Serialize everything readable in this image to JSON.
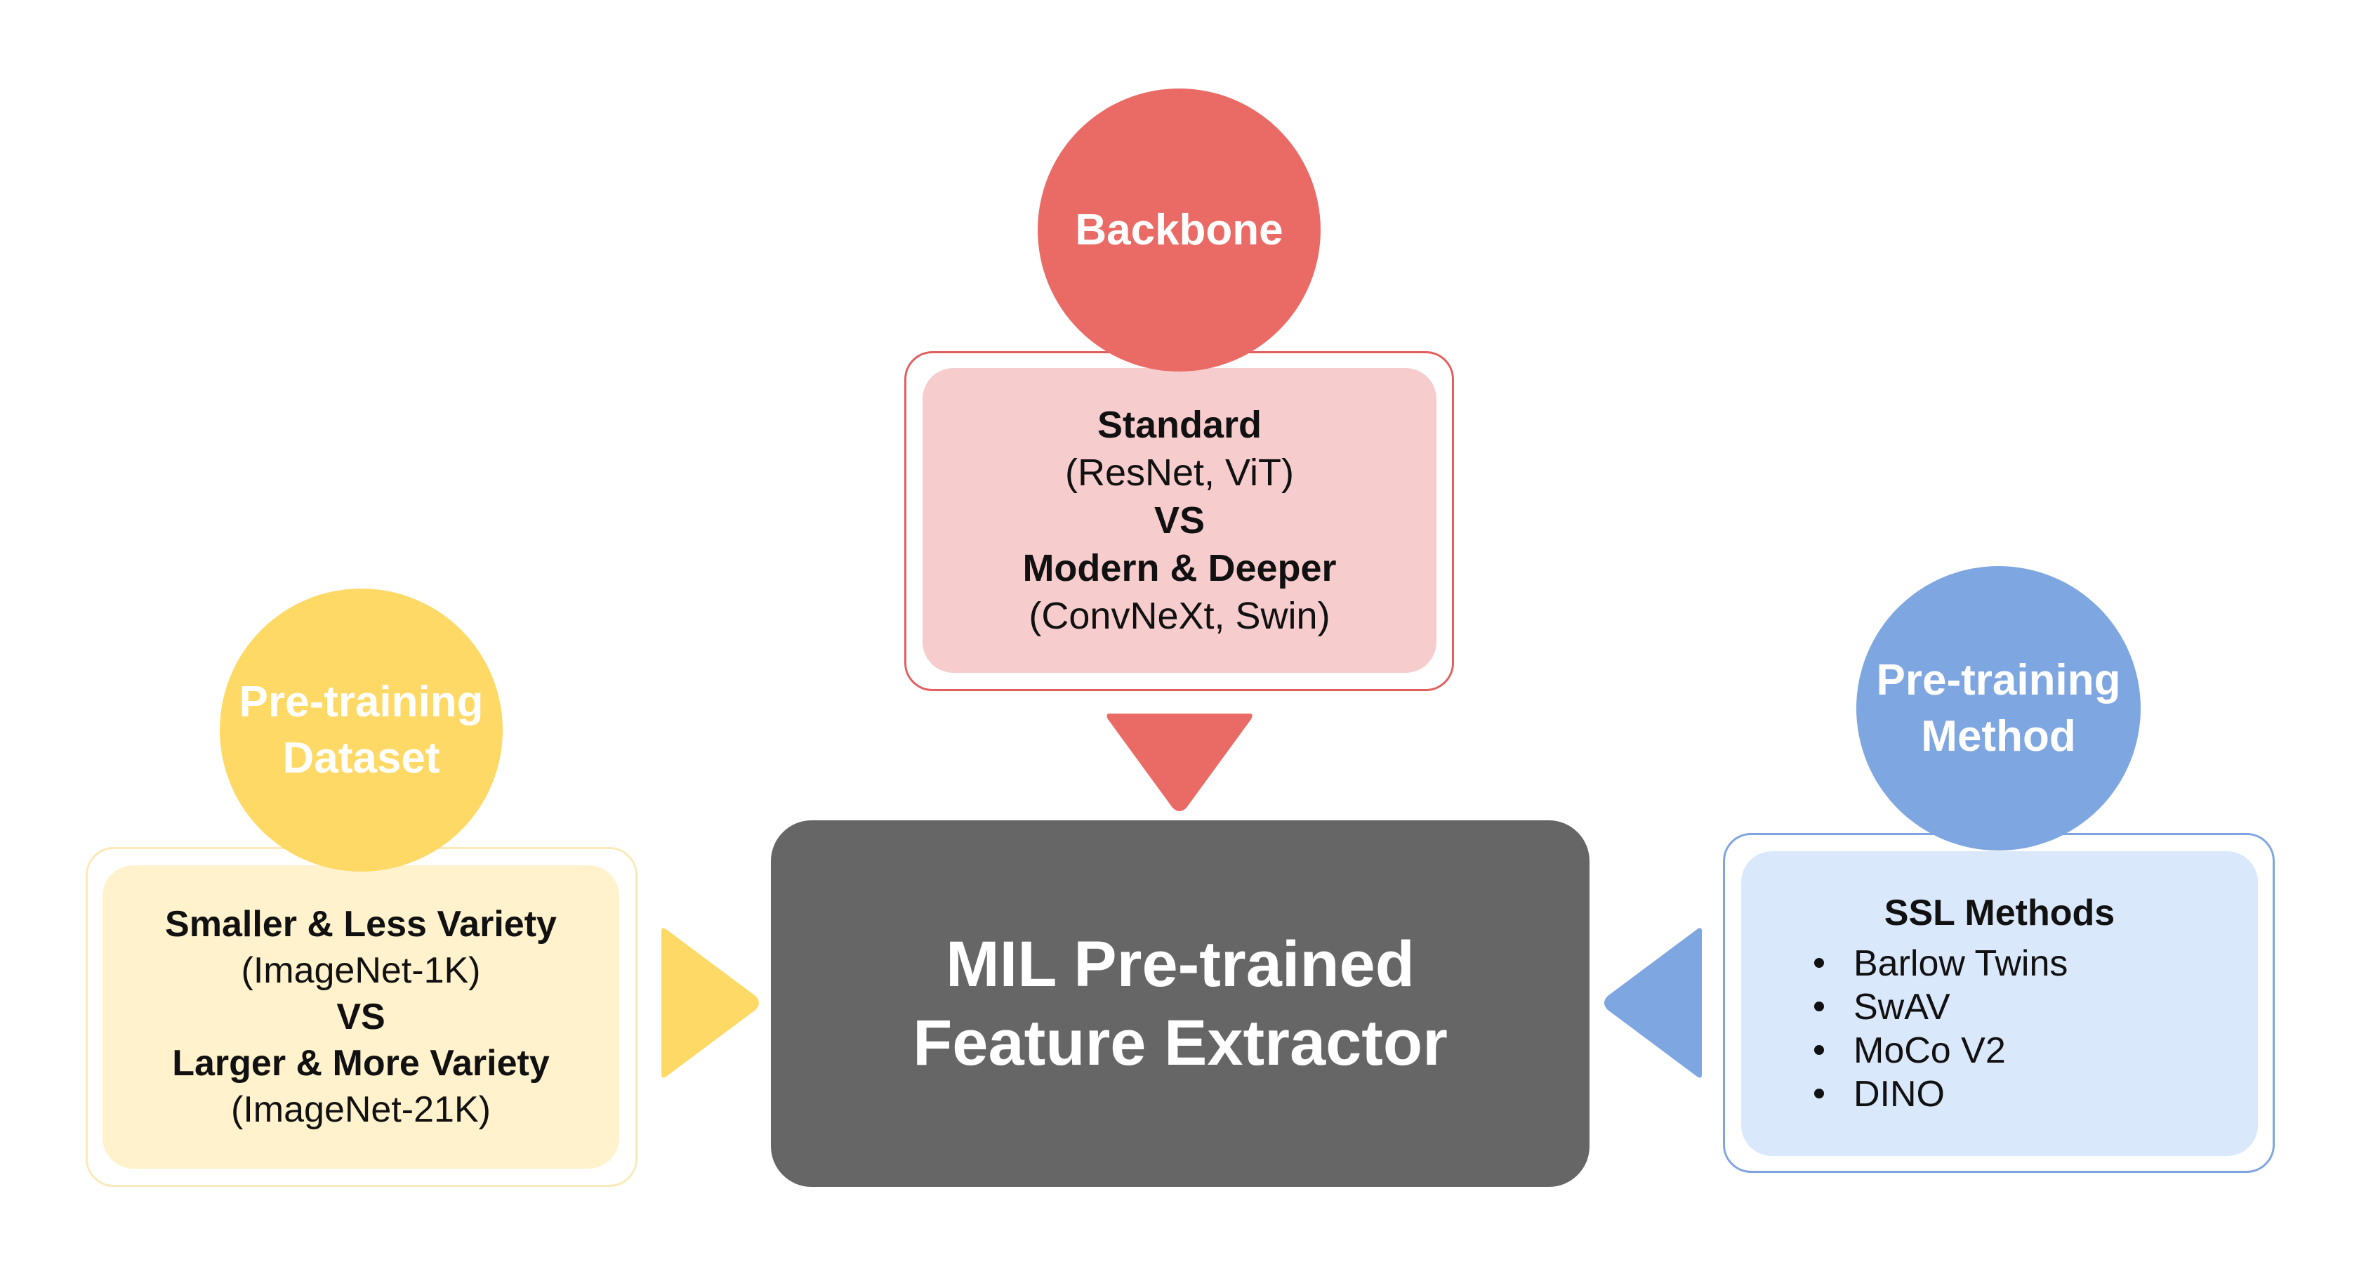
{
  "colors": {
    "backbone": "#ea6b66",
    "backbone_light": "#f7cccc",
    "dataset": "#ffd966",
    "dataset_light": "#fff2cc",
    "method": "#7ea6e0",
    "method_light": "#dae8fc",
    "center": "#666666"
  },
  "backbone": {
    "circle_label": "Backbone",
    "option_a_title": "Standard",
    "option_a_examples": "(ResNet, ViT)",
    "vs": "VS",
    "option_b_title": "Modern & Deeper",
    "option_b_examples": "(ConvNeXt, Swin)"
  },
  "dataset": {
    "circle_line1": "Pre-training",
    "circle_line2": "Dataset",
    "option_a_title": "Smaller & Less Variety",
    "option_a_examples": "(ImageNet-1K)",
    "vs": "VS",
    "option_b_title": "Larger & More Variety",
    "option_b_examples": "(ImageNet-21K)"
  },
  "method": {
    "circle_line1": "Pre-training",
    "circle_line2": "Method",
    "title": "SSL Methods",
    "items": [
      "Barlow Twins",
      "SwAV",
      "MoCo V2",
      "DINO"
    ]
  },
  "center": {
    "line1": "MIL Pre-trained",
    "line2": "Feature Extractor"
  },
  "icons": {
    "arrow_down": "triangle-down-icon",
    "arrow_right": "triangle-right-icon",
    "arrow_left": "triangle-left-icon",
    "bullet": "bullet-dot-icon"
  }
}
